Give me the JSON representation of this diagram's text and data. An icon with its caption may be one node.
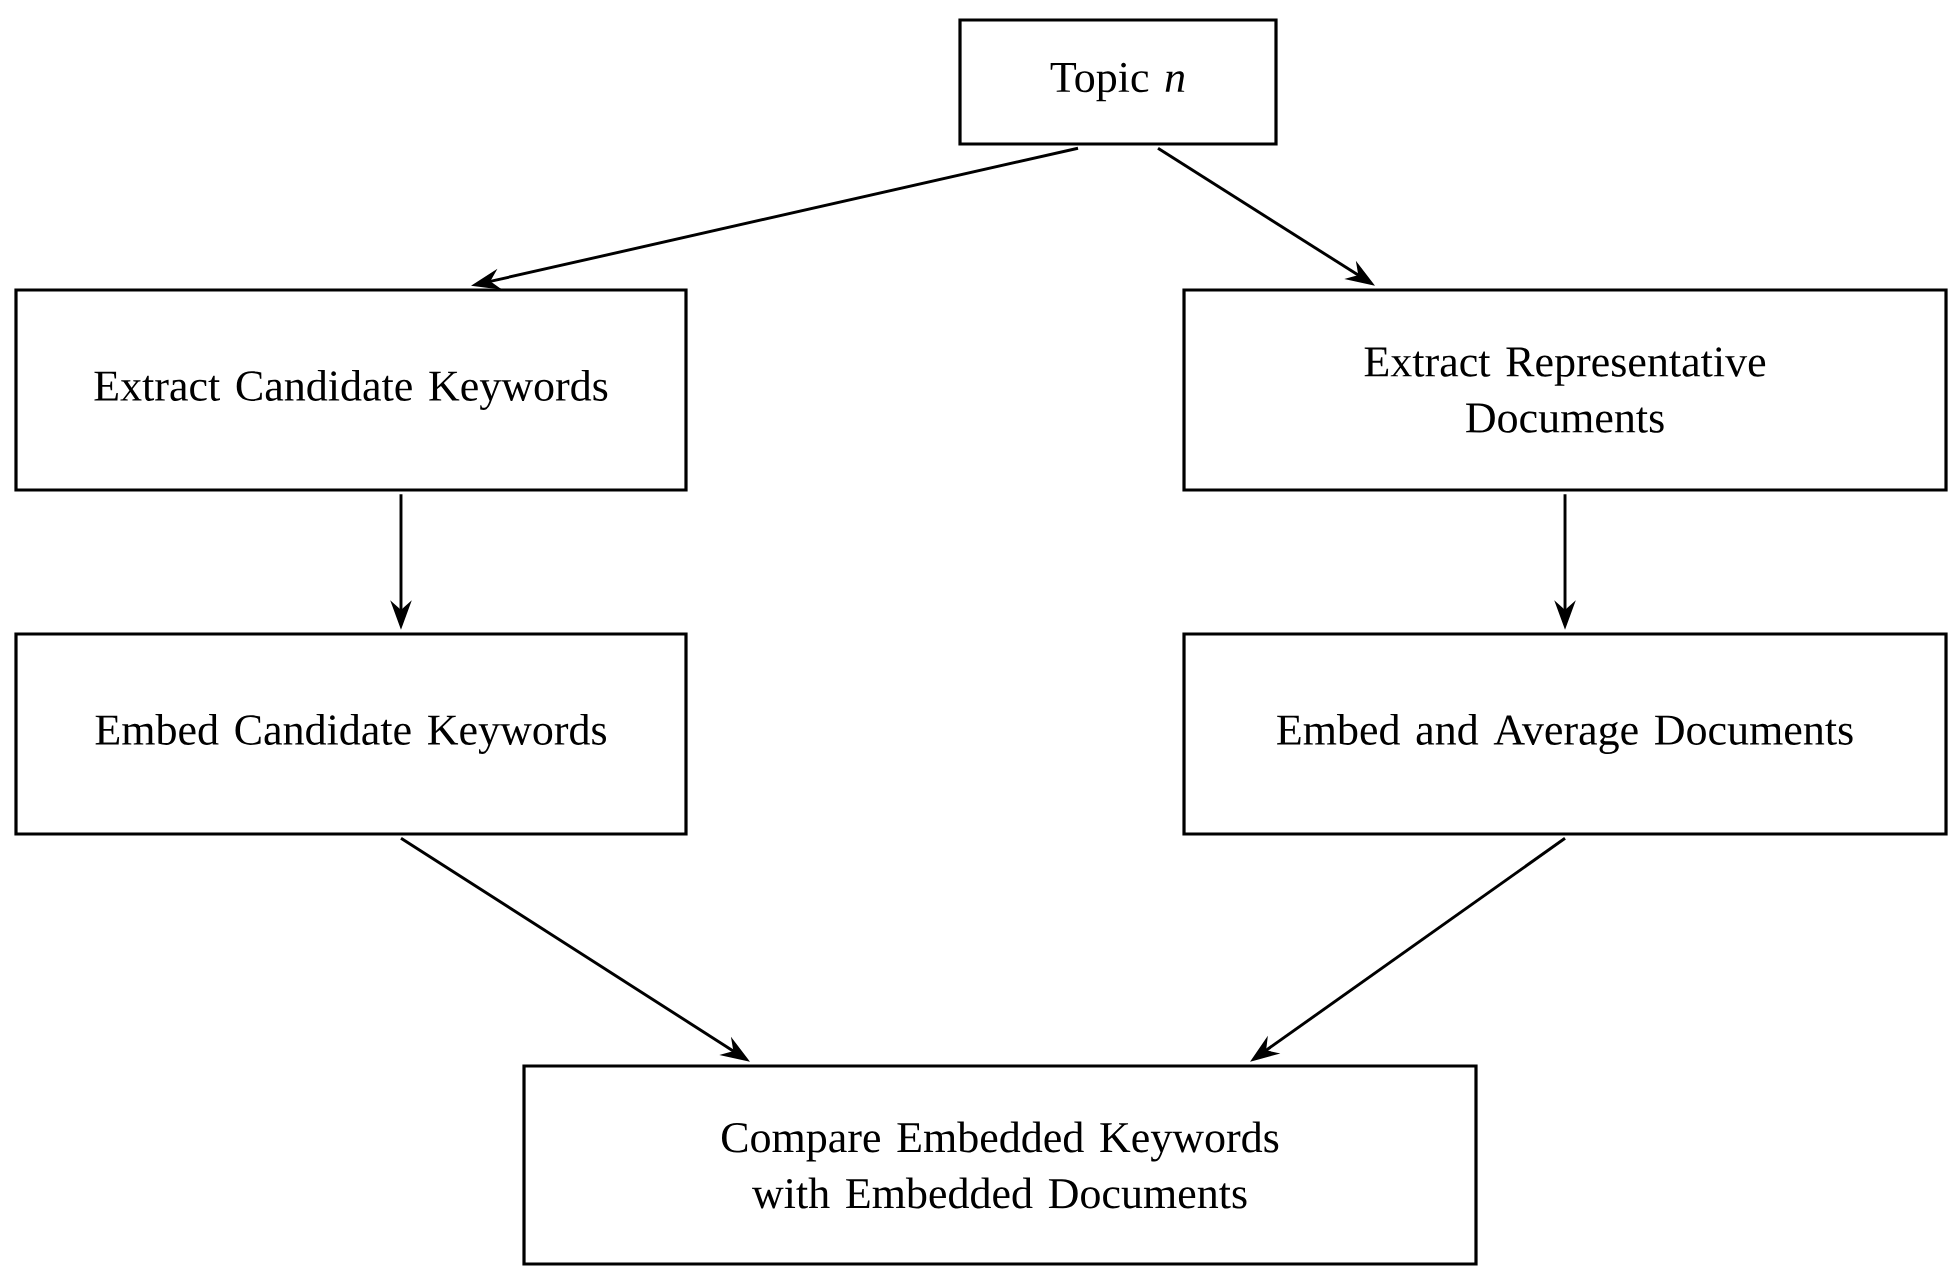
{
  "diagram": {
    "nodes": [
      {
        "text": [
          "Topic *n*"
        ]
      },
      {
        "text": [
          "Extract Candidate Keywords"
        ]
      },
      {
        "text": [
          "Extract Representative Documents"
        ]
      },
      {
        "text": [
          "Embed Candidate Keywords"
        ]
      },
      {
        "text": [
          "Embed and Average Documents"
        ]
      },
      {
        "text": [
          "Compare Embedded Keywords with Embedded Documents"
        ]
      }
    ],
    "edges": [
      {
        "from": 0,
        "to": 1,
        "arrow": "to"
      },
      {
        "from": 0,
        "to": 2,
        "arrow": "to"
      },
      {
        "from": 1,
        "to": 3,
        "arrow": "to"
      },
      {
        "from": 2,
        "to": 4,
        "arrow": "to"
      },
      {
        "from": 3,
        "to": 5,
        "arrow": "to"
      },
      {
        "from": 4,
        "to": 5,
        "arrow": "to"
      }
    ]
  }
}
